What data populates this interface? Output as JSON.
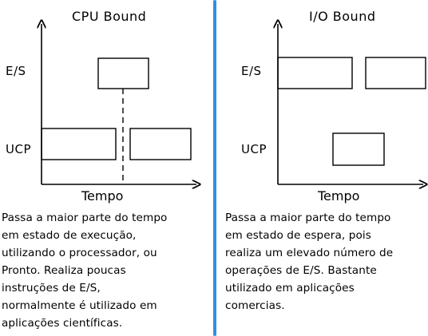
{
  "left": {
    "title": "CPU  Bound",
    "label_es": "E/S",
    "label_ucp": "UCP",
    "xlabel": "Tempo",
    "lines": [
      "Passa a maior parte do tempo",
      "em estado de execução,",
      "utilizando o processador, ou",
      "Pronto. Realiza poucas",
      "instruções  de E/S,",
      "normalmente é utilizado em",
      "aplicações científicas."
    ]
  },
  "right": {
    "title": "I/O  Bound",
    "label_es": "E/S",
    "label_ucp": "UCP",
    "xlabel": "Tempo",
    "lines": [
      "Passa a maior parte do tempo",
      "em estado de espera, pois",
      "realiza um elevado número de",
      "operações de E/S. Bastante",
      "utilizado em aplicações",
      "comercias."
    ]
  },
  "colors": {
    "divider": "#2f8fe6",
    "stroke": "#000000"
  }
}
